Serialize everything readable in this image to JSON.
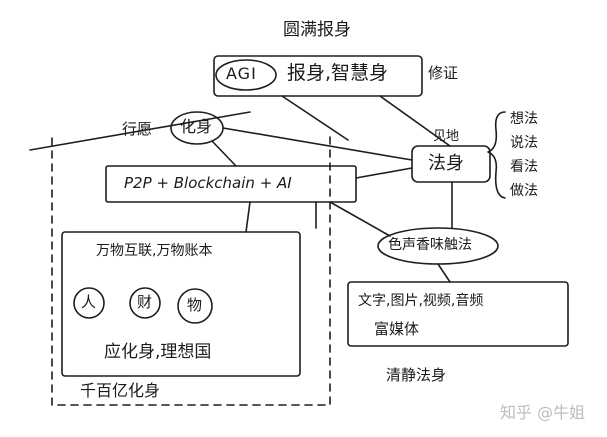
{
  "diagram": {
    "top_title": "圆满报身",
    "agi": "AGI",
    "wisdom_body": "报身,智慧身",
    "proof": "修证",
    "practice": "行愿",
    "transform": "化身",
    "view": "见地",
    "dharma_body": "法身",
    "methods": [
      "想法",
      "说法",
      "看法",
      "做法"
    ],
    "p2p": "P2P + Blockchain + AI",
    "senses": "色声香味触法",
    "iot": "万物互联,万物账本",
    "circle_person": "人",
    "circle_wealth": "财",
    "circle_thing": "物",
    "ideal": "应化身,理想国",
    "media": "文字,图片,视频,音频",
    "rich_media": "富媒体",
    "pure_dharma": "清静法身",
    "myriad": "千百亿化身",
    "watermark": "知乎 @牛姐"
  }
}
